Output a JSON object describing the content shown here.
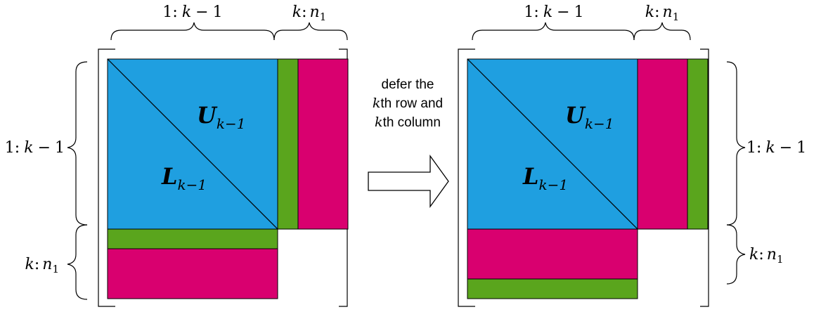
{
  "colors": {
    "blue": "#1f9fe0",
    "green": "#5aa51d",
    "magenta": "#d9006f",
    "stroke": "#000000"
  },
  "labels": {
    "range_first": {
      "num": "1",
      "sep": ":",
      "var": "k",
      "op": "−",
      "end": "1"
    },
    "range_last": {
      "var": "k",
      "sep": ":",
      "n": "n",
      "sub": "1"
    },
    "U": {
      "base": "U",
      "sub": "k−1"
    },
    "L": {
      "base": "L",
      "sub": "k−1"
    }
  },
  "arrow_caption": {
    "line1": "defer the",
    "line2_var": "k",
    "line2_text": "th row and",
    "line3_var": "k",
    "line3_text": "th column"
  }
}
